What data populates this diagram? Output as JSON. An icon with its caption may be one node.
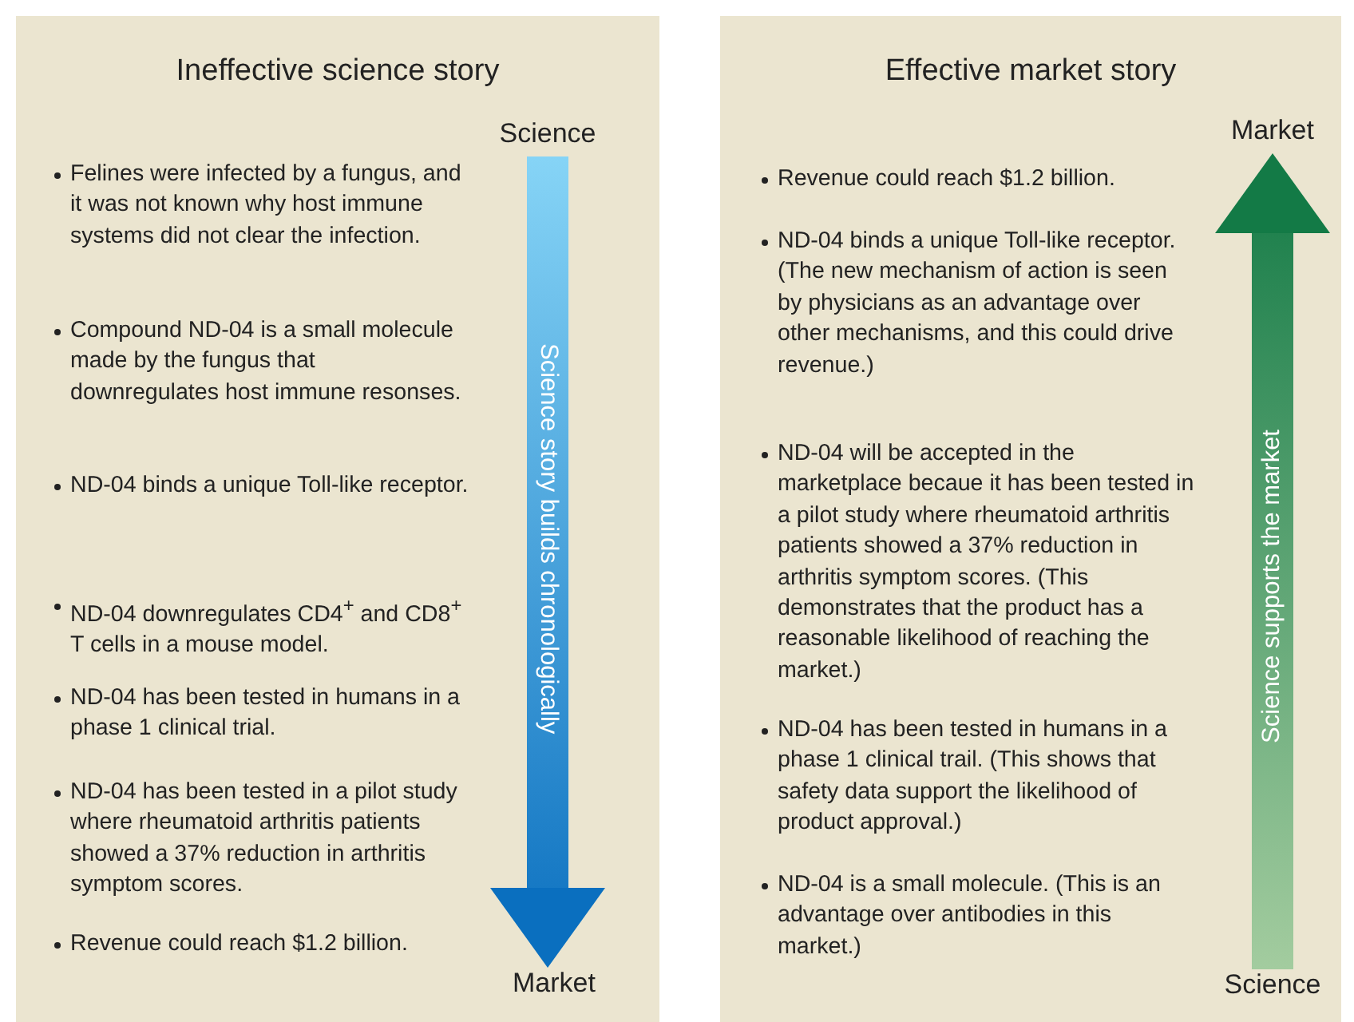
{
  "diagram": {
    "nodes": [
      {
        "text": [
          "Ineffective science story"
        ]
      },
      {
        "text": [
          "Science"
        ],
        "in": 0
      },
      {
        "text": [
          "Market"
        ],
        "in": 0
      },
      {
        "text": [
          "Effective market story"
        ]
      },
      {
        "text": [
          "Market"
        ],
        "in": 3
      },
      {
        "text": [
          "Science"
        ],
        "in": 3
      }
    ],
    "edges": [
      {
        "from": 1,
        "to": 2,
        "arrow": "to",
        "label": "Science story builds chronologically",
        "color": "#0a6fbf"
      },
      {
        "from": 5,
        "to": 4,
        "arrow": "to",
        "label": "Science supports the market",
        "color": "#137a46"
      }
    ],
    "labels": [
      "Felines were infected by a fungus, and it was not known why host immune systems did not clear the infection.",
      "Compound ND-04 is a small molecule made by the fungus that downregulates host immune resonses.",
      "ND-04 binds a unique Toll-like receptor.",
      "ND-04 downregulates CD4$^{+}$ and CD8$^{+}$ T cells in a mouse model.",
      "ND-04 has been tested in humans in a phase 1 clinical trial.",
      "ND-04 has been tested in a pilot study where rheumatoid arthritis patients showed a 37% reduction in arthritis symptom scores.",
      "Revenue could reach $1.2 billion.",
      "Revenue could reach $1.2 billion.",
      "ND-04 binds a unique Toll-like receptor. (The new mechanism of action is seen by physicians as an advantage over other mechanisms, and this could drive revenue.)",
      "ND-04 will be accepted in the marketplace becaue it has been tested in a pilot study where rheumatoid arthritis patients showed a 37% reduction in arthritis symptom scores. (This demonstrates that the product has a reasonable likelihood of reaching the market.)",
      "ND-04 has been tested in humans in a phase 1 clinical trail. (This shows that safety data support the likelihood of product approval.)",
      "ND-04 is a small molecule. (This is an advantage over antibodies in this market.)"
    ]
  }
}
